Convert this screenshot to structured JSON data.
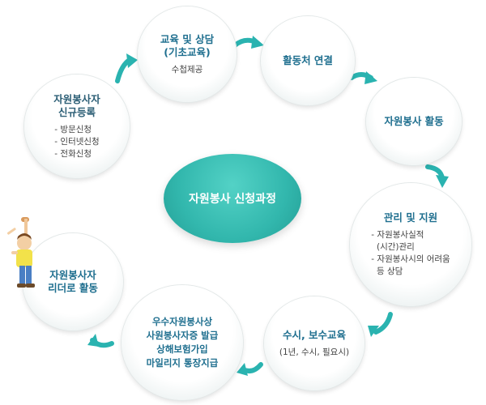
{
  "center": {
    "label": "자원봉사 신청과정"
  },
  "steps": [
    {
      "title": "자원봉사자\n신규등록",
      "items": [
        "- 방문신청",
        "- 인터넷신청",
        "- 전화신청"
      ]
    },
    {
      "title": "교육 및 상담\n(기초교육)",
      "sub": "수첩제공"
    },
    {
      "title": "활동처 연결"
    },
    {
      "title": "자원봉사 활동"
    },
    {
      "title": "관리 및 지원",
      "items": [
        "- 자원봉사실적",
        "  (시간)관리",
        "- 자원봉사시의 어려움",
        "  등 상담"
      ]
    },
    {
      "title": "수시, 보수교육",
      "sub": "(1년, 수시, 필요시)"
    },
    {
      "title": "우수자원봉사상\n사원봉사자증 발급\n상해보험가입\n마일리지 통장지급"
    },
    {
      "title": "자원봉사자\n리더로 활동"
    }
  ],
  "colors": {
    "accent": "#32b7ad",
    "title": "#1f6f8f",
    "arrow": "#2ab3b0"
  }
}
